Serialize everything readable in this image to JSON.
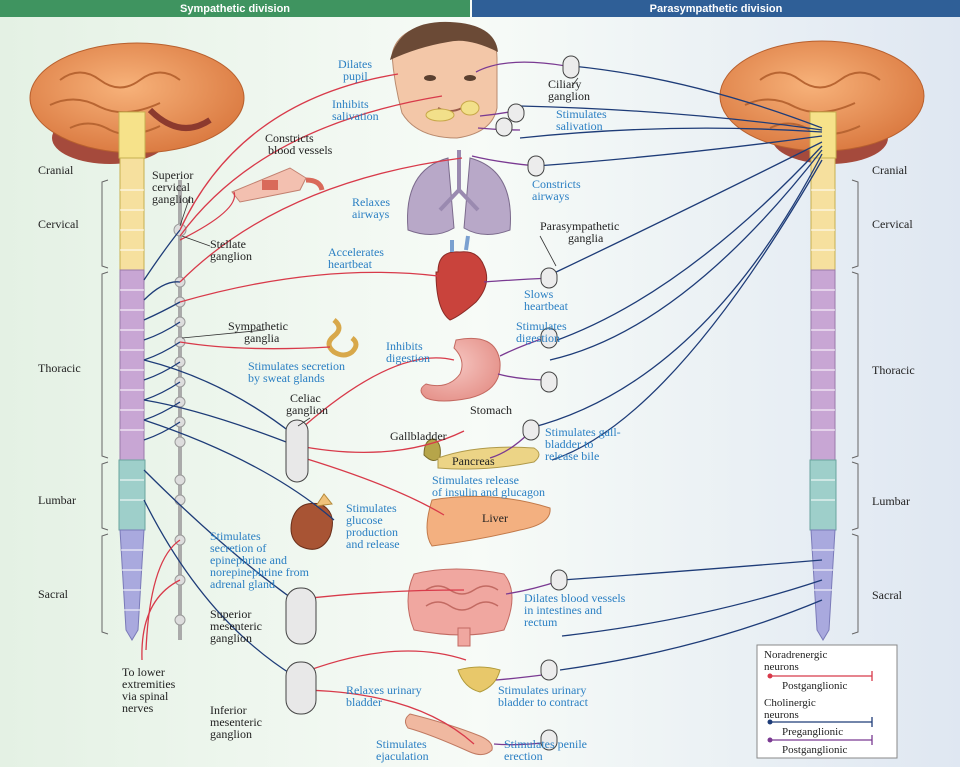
{
  "header": {
    "sympathetic": "Sympathetic division",
    "parasympathetic": "Parasympathetic division"
  },
  "regions": {
    "cranial": "Cranial",
    "cervical": "Cervical",
    "thoracic": "Thoracic",
    "lumbar": "Lumbar",
    "sacral": "Sacral"
  },
  "labels": {
    "superior_cervical_ganglion": [
      "Superior",
      "cervical",
      "ganglion"
    ],
    "stellate_ganglion": [
      "Stellate",
      "ganglion"
    ],
    "sympathetic_ganglia": [
      "Sympathetic",
      "ganglia"
    ],
    "constricts_blood_vessels": [
      "Constricts",
      "blood vessels"
    ],
    "celiac_ganglion": [
      "Celiac",
      "ganglion"
    ],
    "superior_mesenteric_ganglion": [
      "Superior",
      "mesenteric",
      "ganglion"
    ],
    "inferior_mesenteric_ganglion": [
      "Inferior",
      "mesenteric",
      "ganglion"
    ],
    "to_lower_extremities": [
      "To lower",
      "extremities",
      "via spinal",
      "nerves"
    ],
    "ciliary_ganglion": [
      "Ciliary",
      "ganglion"
    ],
    "parasympathetic_ganglia": [
      "Parasympathetic",
      "ganglia"
    ],
    "stomach": "Stomach",
    "gallbladder": "Gallbladder",
    "pancreas": "Pancreas",
    "liver": "Liver"
  },
  "effects": {
    "dilates_pupil": [
      "Dilates",
      "pupil"
    ],
    "inhibits_salivation": [
      "Inhibits",
      "salivation"
    ],
    "relaxes_airways": [
      "Relaxes",
      "airways"
    ],
    "accelerates_heartbeat": [
      "Accelerates",
      "heartbeat"
    ],
    "stimulates_sweat": [
      "Stimulates secretion",
      "by sweat glands"
    ],
    "inhibits_digestion": [
      "Inhibits",
      "digestion"
    ],
    "stimulates_glucose": [
      "Stimulates",
      "glucose",
      "production",
      "and release"
    ],
    "stimulates_epinephrine": [
      "Stimulates",
      "secretion of",
      "epinephrine and",
      "norepinephrine from",
      "adrenal gland"
    ],
    "relaxes_bladder": [
      "Relaxes urinary",
      "bladder"
    ],
    "stimulates_ejaculation": [
      "Stimulates",
      "ejaculation"
    ],
    "stimulates_salivation": [
      "Stimulates",
      "salivation"
    ],
    "constricts_airways": [
      "Constricts",
      "airways"
    ],
    "slows_heartbeat": [
      "Slows",
      "heartbeat"
    ],
    "stimulates_digestion": [
      "Stimulates",
      "digestion"
    ],
    "stimulates_gallbladder": [
      "Stimulates gall-",
      "bladder to",
      "release bile"
    ],
    "stimulates_insulin": [
      "Stimulates release",
      "of insulin and glucagon"
    ],
    "dilates_intestinal_vessels": [
      "Dilates blood vessels",
      "in intestines and",
      "rectum"
    ],
    "stimulates_bladder_contract": [
      "Stimulates urinary",
      "bladder to contract"
    ],
    "stimulates_erection": [
      "Stimulates penile",
      "erection"
    ]
  },
  "legend": {
    "noradrenergic": [
      "Noradrenergic",
      "neurons"
    ],
    "noradrenergic_postganglionic": "Postganglionic",
    "cholinergic": [
      "Cholinergic",
      "neurons"
    ],
    "cholinergic_preganglionic": "Preganglionic",
    "cholinergic_postganglionic": "Postganglionic"
  },
  "colors": {
    "sympathetic_header": "#3f9460",
    "parasympathetic_header": "#2f5f97",
    "effect_text": "#2a7fc3",
    "noradrenergic_fiber": "#d83a4a",
    "preganglionic_fiber": "#1e3c78",
    "cholinergic_postganglionic_fiber": "#7a3a92"
  }
}
